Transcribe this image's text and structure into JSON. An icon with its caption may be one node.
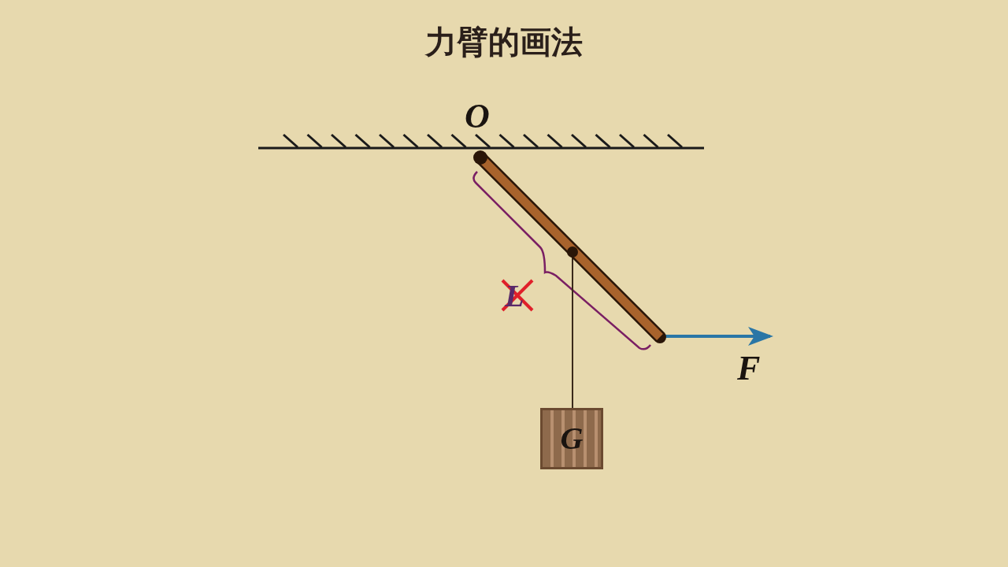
{
  "diagram": {
    "title": "力臂的画法",
    "nodes": [
      {
        "text": [],
        "shape": "bar"
      },
      {
        "text": [
          "G"
        ]
      }
    ],
    "edges": [
      {
        "from": 0,
        "to": 1,
        "arrow": "none"
      }
    ],
    "labels": [
      "O",
      "L",
      "F"
    ]
  }
}
